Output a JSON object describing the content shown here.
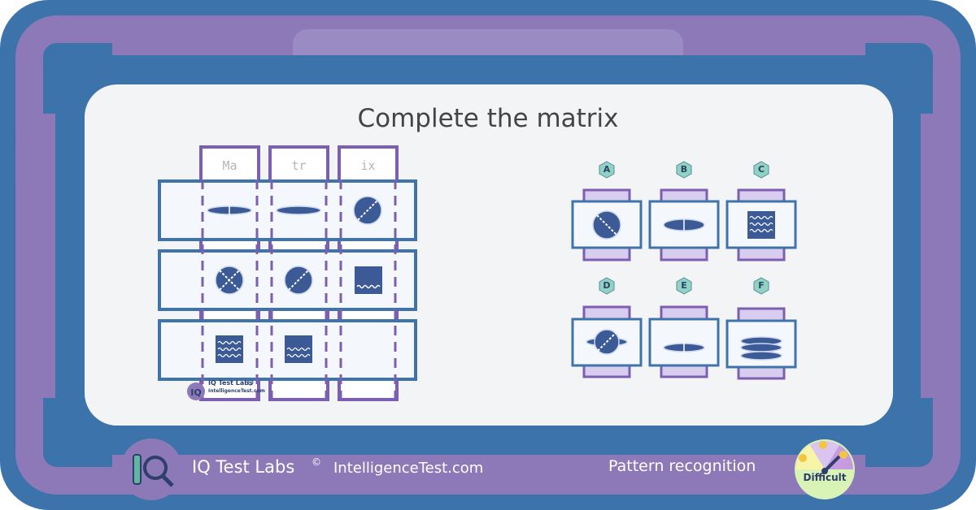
{
  "title": "Complete the matrix",
  "column_headers": [
    "Ma",
    "tr",
    "ix"
  ],
  "matrix": {
    "rows": [
      [
        "thin horizontal ellipse split",
        "thin horizontal ellipse",
        "circle with diagonal line"
      ],
      [
        "circle with X",
        "circle with diagonal line",
        "square with wavy line"
      ],
      [
        "square with wavy lines",
        "square with wavy lines",
        "missing"
      ]
    ]
  },
  "watermark": {
    "brand": "IQ Test Labs",
    "site": "IntelligenceTest.com"
  },
  "options": [
    {
      "letter": "A"
    },
    {
      "letter": "B"
    },
    {
      "letter": "C"
    },
    {
      "letter": "D"
    },
    {
      "letter": "E"
    },
    {
      "letter": "F"
    }
  ],
  "footer": {
    "brand": "IQ Test Labs",
    "copyright": "©",
    "site": "IntelligenceTest.com",
    "category": "Pattern recognition",
    "difficulty": "Difficult"
  },
  "colors": {
    "frame": "#3c73ab",
    "accent_purple": "#8d79b8",
    "shape_navy": "#3b5a96",
    "cell_border": "#3f73aa",
    "panel": "#f3f4f6",
    "header_purple": "#7c5fb0",
    "hexagon_teal": "#8fd3c2"
  }
}
